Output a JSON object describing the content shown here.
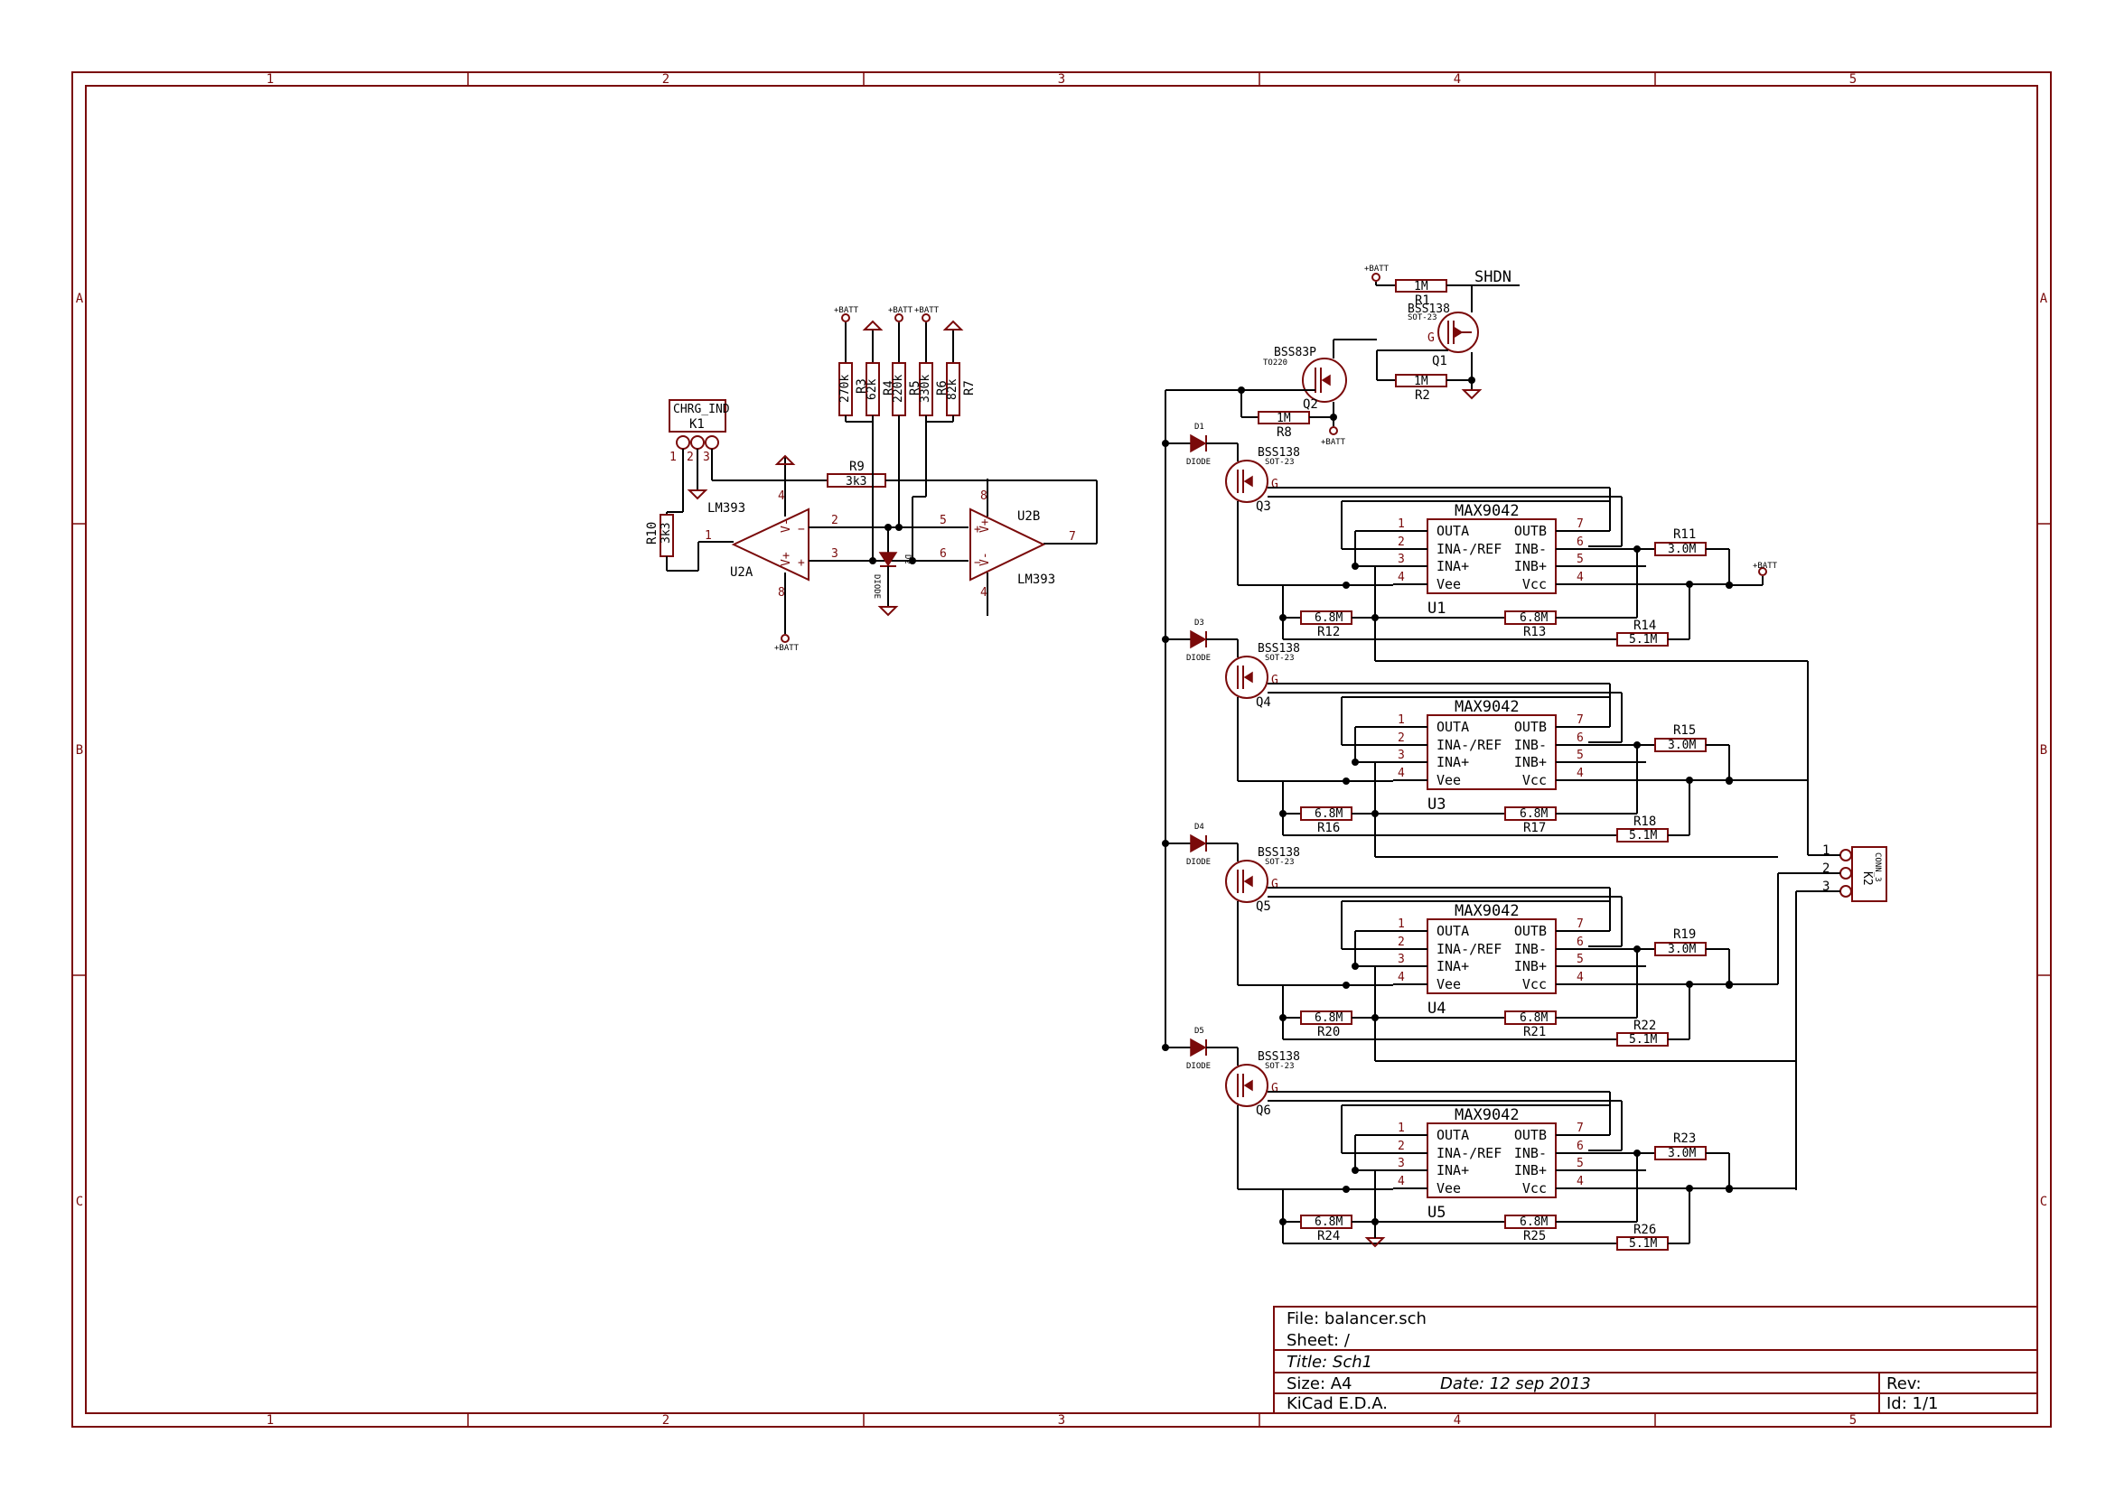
{
  "frame": {
    "columns": [
      "1",
      "2",
      "3",
      "4",
      "5"
    ],
    "rows": [
      "A",
      "B",
      "C"
    ]
  },
  "title_block": {
    "file": "File: balancer.sch",
    "sheet": "Sheet: /",
    "title": "Title: Sch1",
    "size": "Size: A4",
    "date": "Date: 12 sep 2013",
    "rev": "Rev:",
    "tool": "KiCad E.D.A.",
    "id": "Id: 1/1"
  },
  "nets": {
    "shdn": "SHDN",
    "batt": "+BATT"
  },
  "top": {
    "r1": {
      "ref": "R1",
      "val": "1M"
    },
    "r2": {
      "ref": "R2",
      "val": "1M"
    },
    "r8": {
      "ref": "R8",
      "val": "1M"
    },
    "q1": {
      "ref": "Q1",
      "part": "BSS138",
      "pkg": "SOT-23"
    },
    "q2": {
      "ref": "Q2",
      "part": "BSS83P",
      "pkg": "TO220"
    }
  },
  "comparator": {
    "k1": {
      "ref": "K1",
      "val": "CHRG_IND"
    },
    "r10": {
      "ref": "R10",
      "val": "3k3"
    },
    "r9": {
      "ref": "R9",
      "val": "3k3"
    },
    "r3": {
      "ref": "R3",
      "val": "270k"
    },
    "r4": {
      "ref": "R4",
      "val": "62k"
    },
    "r5": {
      "ref": "R5",
      "val": "220k"
    },
    "r6": {
      "ref": "R6",
      "val": "330k"
    },
    "r7": {
      "ref": "R7",
      "val": "82k"
    },
    "u2a": {
      "ref": "U2A",
      "val": "LM393"
    },
    "u2b": {
      "ref": "U2B",
      "val": "LM393"
    },
    "d2": {
      "ref": "D2",
      "val": "DIODE"
    }
  },
  "connector": {
    "ref": "K2",
    "val": "CONN_3",
    "pins": [
      "1",
      "2",
      "3"
    ]
  },
  "ic_pins": {
    "left": [
      "OUTA",
      "INA-/REF",
      "INA+",
      "Vee"
    ],
    "right": [
      "OUTB",
      "INB-",
      "INB+",
      "Vcc"
    ]
  },
  "stages": [
    {
      "diode": "D1",
      "diode_val": "DIODE",
      "q": "Q3",
      "q_part": "BSS138",
      "q_pkg": "SOT-23",
      "u": "U1",
      "u_val": "MAX9042",
      "ra": {
        "ref": "R11",
        "val": "3.0M"
      },
      "rl": {
        "ref": "R12",
        "val": "6.8M"
      },
      "rm": {
        "ref": "R13",
        "val": "6.8M"
      },
      "rb": {
        "ref": "R14",
        "val": "5.1M"
      }
    },
    {
      "diode": "D3",
      "diode_val": "DIODE",
      "q": "Q4",
      "q_part": "BSS138",
      "q_pkg": "SOT-23",
      "u": "U3",
      "u_val": "MAX9042",
      "ra": {
        "ref": "R15",
        "val": "3.0M"
      },
      "rl": {
        "ref": "R16",
        "val": "6.8M"
      },
      "rm": {
        "ref": "R17",
        "val": "6.8M"
      },
      "rb": {
        "ref": "R18",
        "val": "5.1M"
      }
    },
    {
      "diode": "D4",
      "diode_val": "DIODE",
      "q": "Q5",
      "q_part": "BSS138",
      "q_pkg": "SOT-23",
      "u": "U4",
      "u_val": "MAX9042",
      "ra": {
        "ref": "R19",
        "val": "3.0M"
      },
      "rl": {
        "ref": "R20",
        "val": "6.8M"
      },
      "rm": {
        "ref": "R21",
        "val": "6.8M"
      },
      "rb": {
        "ref": "R22",
        "val": "5.1M"
      }
    },
    {
      "diode": "D5",
      "diode_val": "DIODE",
      "q": "Q6",
      "q_part": "BSS138",
      "q_pkg": "SOT-23",
      "u": "U5",
      "u_val": "MAX9042",
      "ra": {
        "ref": "R23",
        "val": "3.0M"
      },
      "rl": {
        "ref": "R24",
        "val": "6.8M"
      },
      "rm": {
        "ref": "R25",
        "val": "6.8M"
      },
      "rb": {
        "ref": "R26",
        "val": "5.1M"
      }
    }
  ]
}
